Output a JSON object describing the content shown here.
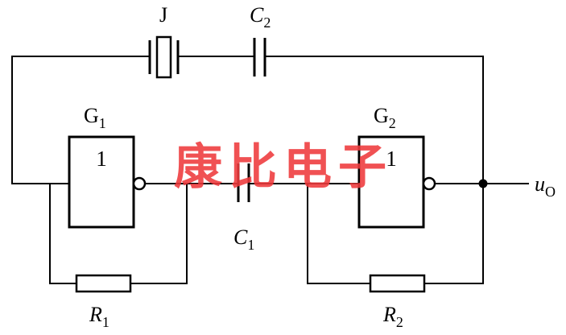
{
  "diagram": {
    "kind": "crystal-oscillator-circuit",
    "background": "#ffffff",
    "line_color": "#000000"
  },
  "watermark": {
    "text": "康比电子",
    "color": "#ee3a3c"
  },
  "components": {
    "crystal": {
      "label": "J"
    },
    "c2": {
      "main": "C",
      "sub": "2"
    },
    "c1": {
      "main": "C",
      "sub": "1"
    },
    "g1": {
      "main": "G",
      "sub": "1",
      "symbol": "1"
    },
    "g2": {
      "main": "G",
      "sub": "2",
      "symbol": "1"
    },
    "r1": {
      "main": "R",
      "sub": "1"
    },
    "r2": {
      "main": "R",
      "sub": "2"
    },
    "output": {
      "main": "u",
      "sub": "O"
    }
  }
}
